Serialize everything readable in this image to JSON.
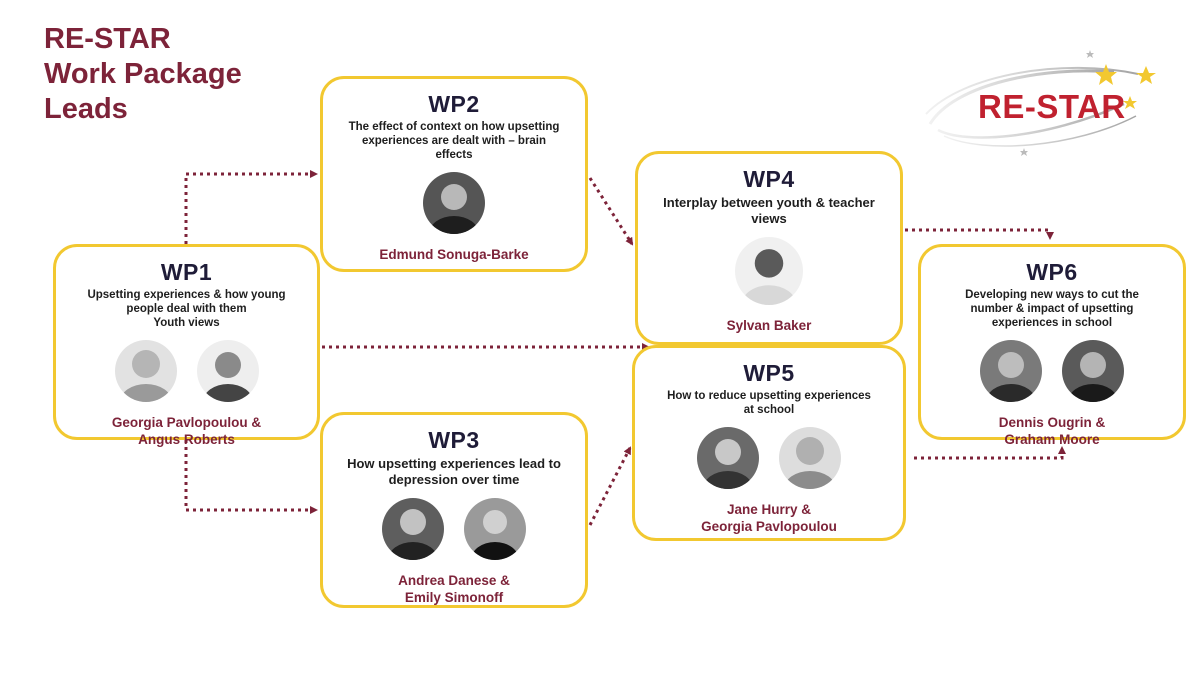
{
  "title_lines": [
    "RE-STAR",
    "Work Package",
    "Leads"
  ],
  "logo": {
    "text": "RE-STAR",
    "icon": "shooting-stars-icon"
  },
  "colors": {
    "accent": "#7d2339",
    "box_border": "#f2c830",
    "wp_heading": "#1f1c38",
    "logo_red": "#c0212f"
  },
  "work_packages": {
    "wp1": {
      "title": "WP1",
      "desc": "Upsetting experiences & how young\npeople deal with them\nYouth views",
      "leads": "Georgia Pavlopoulou &\nAngus Roberts"
    },
    "wp2": {
      "title": "WP2",
      "desc": "The effect of context on how upsetting\nexperiences are dealt with – brain\neffects",
      "leads": "Edmund Sonuga-Barke"
    },
    "wp3": {
      "title": "WP3",
      "desc": "How upsetting experiences lead to\ndepression over time",
      "leads": "Andrea Danese &\nEmily Simonoff"
    },
    "wp4": {
      "title": "WP4",
      "desc": "Interplay between youth & teacher\nviews",
      "leads": "Sylvan Baker"
    },
    "wp5": {
      "title": "WP5",
      "desc": "How to reduce upsetting experiences\nat school",
      "leads": "Jane Hurry &\nGeorgia Pavlopoulou"
    },
    "wp6": {
      "title": "WP6",
      "desc": "Developing new ways to cut  the\nnumber & impact  of upsetting\nexperiences  in school",
      "leads": "Dennis Ougrin &\nGraham Moore"
    }
  }
}
